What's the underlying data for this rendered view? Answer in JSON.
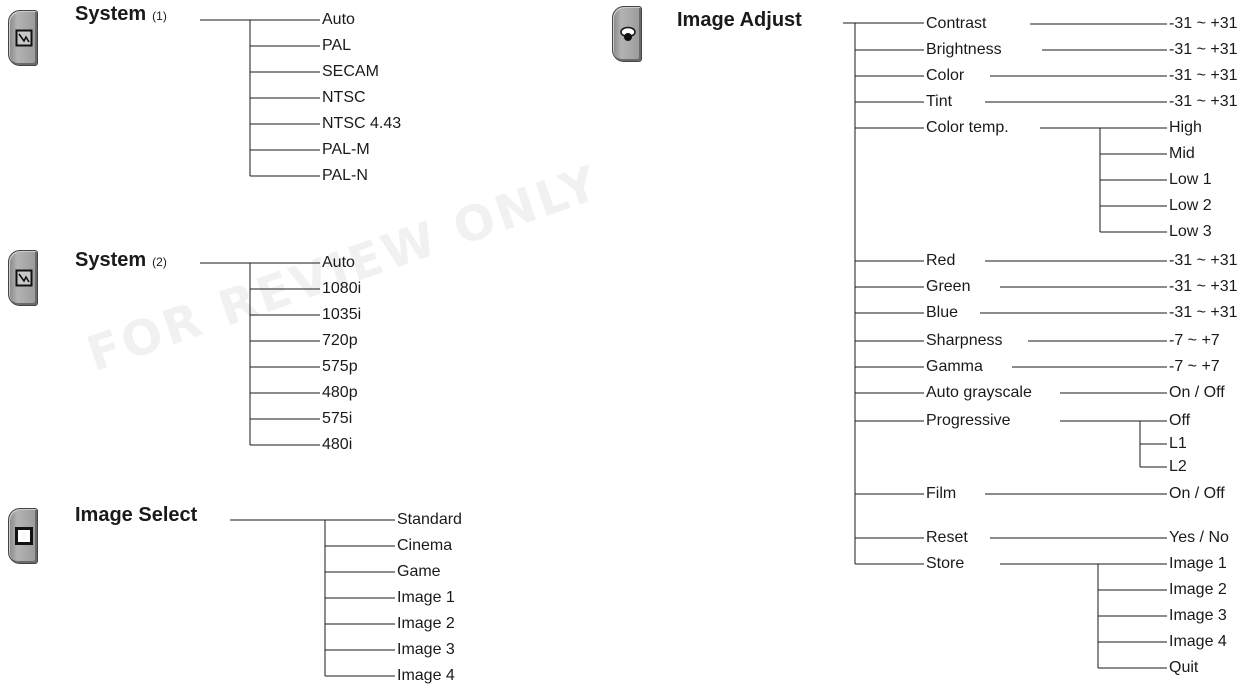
{
  "system1": {
    "title": "System",
    "note": "(1)",
    "icon": "monitor-wave-icon",
    "options": [
      "Auto",
      "PAL",
      "SECAM",
      "NTSC",
      "NTSC 4.43",
      "PAL-M",
      "PAL-N"
    ]
  },
  "system2": {
    "title": "System",
    "note": "(2)",
    "icon": "monitor-wave-icon",
    "options": [
      "Auto",
      "1080i",
      "1035i",
      "720p",
      "575p",
      "480p",
      "575i",
      "480i"
    ]
  },
  "image_select": {
    "title": "Image Select",
    "icon": "image-frame-icon",
    "options": [
      "Standard",
      "Cinema",
      "Game",
      "Image 1",
      "Image 2",
      "Image 3",
      "Image 4"
    ]
  },
  "image_adjust": {
    "title": "Image Adjust",
    "icon": "image-adjust-icon",
    "items": [
      {
        "label": "Contrast",
        "value": "-31 ~ +31"
      },
      {
        "label": "Brightness",
        "value": "-31 ~ +31"
      },
      {
        "label": "Color",
        "value": "-31 ~ +31"
      },
      {
        "label": "Tint",
        "value": "-31 ~ +31"
      },
      {
        "label": "Color temp.",
        "options": [
          "High",
          "Mid",
          "Low 1",
          "Low 2",
          "Low 3"
        ]
      },
      {
        "label": "Red",
        "value": "-31 ~ +31"
      },
      {
        "label": "Green",
        "value": "-31 ~ +31"
      },
      {
        "label": "Blue",
        "value": "-31 ~ +31"
      },
      {
        "label": "Sharpness",
        "value": "-7 ~ +7"
      },
      {
        "label": "Gamma",
        "value": "-7 ~ +7"
      },
      {
        "label": "Auto grayscale",
        "value": "On / Off"
      },
      {
        "label": "Progressive",
        "options": [
          "Off",
          "L1",
          "L2"
        ]
      },
      {
        "label": "Film",
        "value": "On / Off"
      },
      {
        "label": "Reset",
        "value": "Yes / No"
      },
      {
        "label": "Store",
        "options": [
          "Image 1",
          "Image 2",
          "Image 3",
          "Image 4",
          "Quit"
        ]
      }
    ]
  },
  "watermark": "FOR REVIEW ONLY"
}
